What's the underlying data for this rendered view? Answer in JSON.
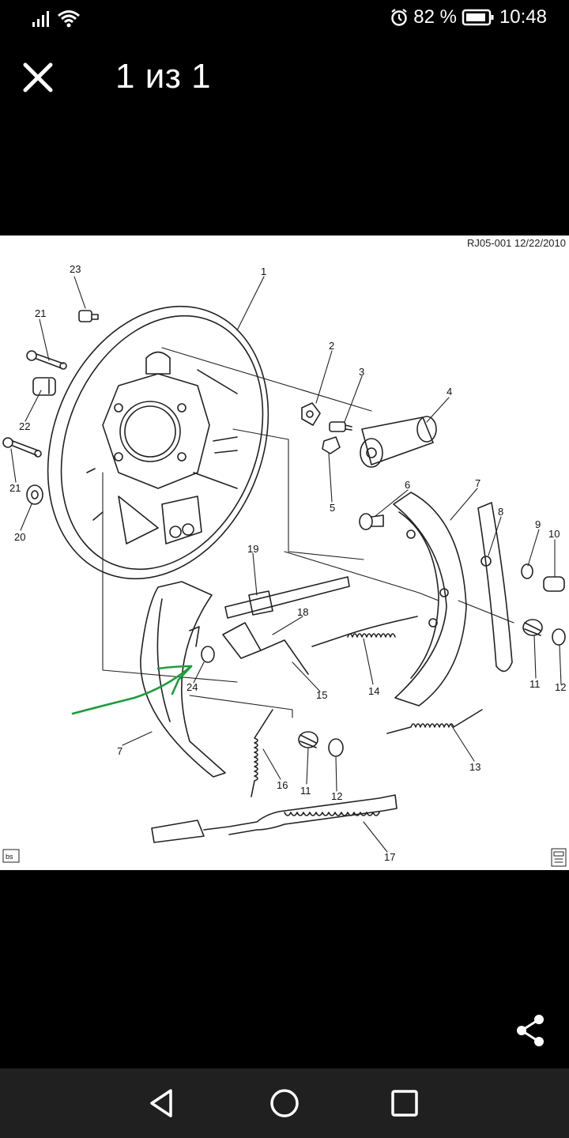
{
  "status_bar": {
    "battery_percent": "82 %",
    "time": "10:48"
  },
  "viewer": {
    "title": "1 из 1"
  },
  "diagram": {
    "header": "RJ05-001  12/22/2010",
    "corner_label": "bs",
    "callouts": [
      "23",
      "1",
      "21",
      "22",
      "21",
      "20",
      "2",
      "3",
      "4",
      "5",
      "6",
      "7",
      "8",
      "9",
      "10",
      "19",
      "18",
      "14",
      "15",
      "24",
      "11",
      "12",
      "7",
      "16",
      "11",
      "12",
      "13",
      "17"
    ]
  },
  "colors": {
    "background": "#000000",
    "navbar": "#202020",
    "annotation_arrow": "#1a9e3a"
  }
}
